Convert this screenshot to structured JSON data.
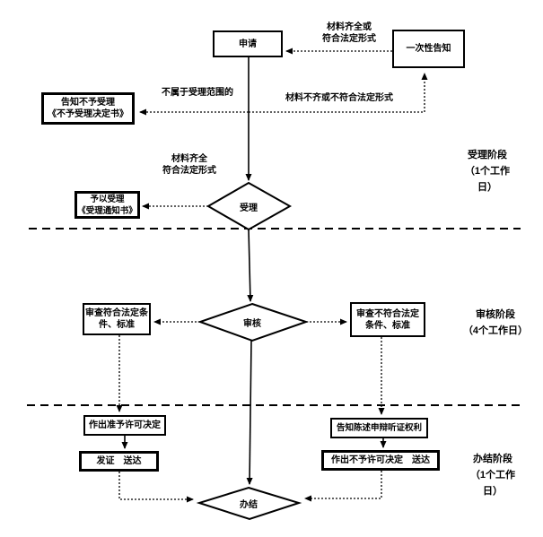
{
  "diagram": {
    "title_hint": "行政许可审批流程图",
    "nodes": {
      "apply": "申请",
      "one_time_notice": "一次性告知",
      "reject_notice": "告知不予受理\n《不予受理决定书》",
      "accept_decision": "受理",
      "accept_notice": "予以受理\n《受理通知书》",
      "review_decision": "审核",
      "review_pass": "审查符合法定条\n件、标准",
      "review_fail": "审查不符合法定\n条件、标准",
      "grant_decision": "作出准予许可决定",
      "issue_deliver": "发证　送达",
      "hearing_rights": "告知陈述申辩听证权利",
      "deny_decision": "作出不予许可决定　送达",
      "close": "办结"
    },
    "edge_labels": {
      "resubmit": "材料齐全或\n符合法定形式",
      "out_of_scope": "不属于受理范围的",
      "incomplete": "材料不齐或不符合法定形式",
      "complete": "材料齐全\n符合法定形式"
    },
    "stages": {
      "stage1": "受理阶段\n（1个工作\n日）",
      "stage2": "审核阶段\n（4个工作日）",
      "stage3": "办结阶段\n（1个工作\n日）"
    },
    "colors": {
      "line": "#000000",
      "background": "#ffffff"
    }
  }
}
